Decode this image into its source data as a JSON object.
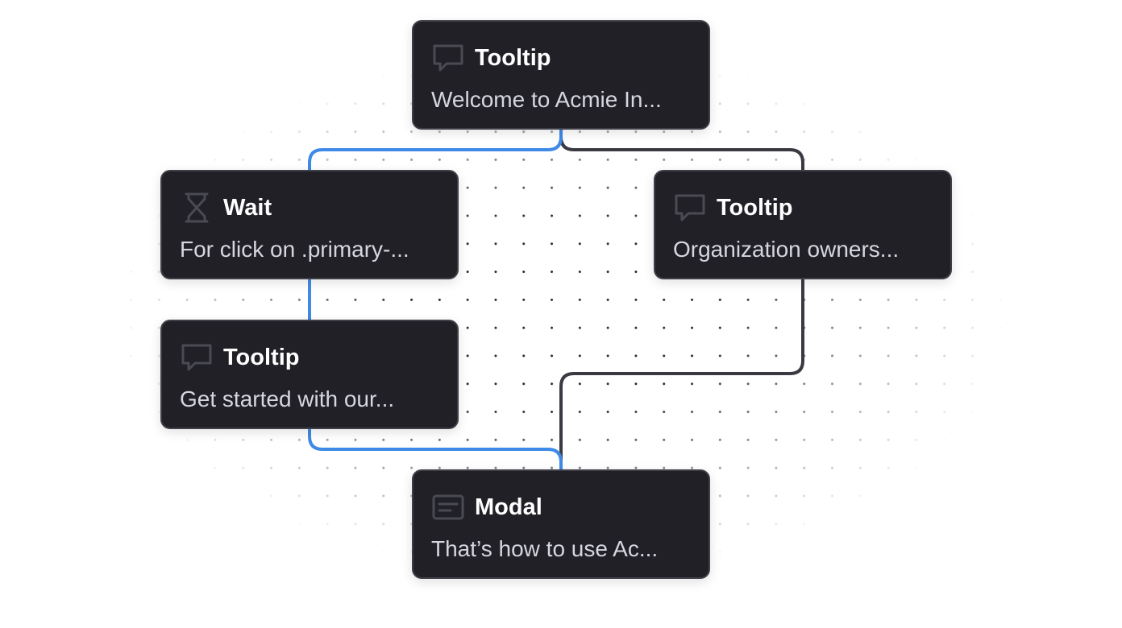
{
  "theme": {
    "node_background": "#202026",
    "node_border": "#3f3f48",
    "active_path_color": "#3f8ae6",
    "inactive_path_color": "#3a3a42",
    "icon_color": "#4a4a52",
    "title_color": "#ffffff",
    "description_color": "#d6d6de"
  },
  "nodes": [
    {
      "id": "tooltip-welcome",
      "icon": "speech-bubble-icon",
      "title": "Tooltip",
      "description": "Welcome to Acmie In..."
    },
    {
      "id": "wait-click",
      "icon": "hourglass-icon",
      "title": "Wait",
      "description": "For click on .primary-..."
    },
    {
      "id": "tooltip-organization",
      "icon": "speech-bubble-icon",
      "title": "Tooltip",
      "description": "Organization owners..."
    },
    {
      "id": "tooltip-get-started",
      "icon": "speech-bubble-icon",
      "title": "Tooltip",
      "description": "Get started with our..."
    },
    {
      "id": "modal-usage",
      "icon": "modal-window-icon",
      "title": "Modal",
      "description": "That’s how to use Ac..."
    }
  ],
  "edges": [
    {
      "from": "tooltip-welcome",
      "to": "wait-click",
      "active": true
    },
    {
      "from": "tooltip-welcome",
      "to": "tooltip-organization",
      "active": false
    },
    {
      "from": "wait-click",
      "to": "tooltip-get-started",
      "active": true
    },
    {
      "from": "tooltip-get-started",
      "to": "modal-usage",
      "active": true
    },
    {
      "from": "tooltip-organization",
      "to": "modal-usage",
      "active": false
    }
  ]
}
